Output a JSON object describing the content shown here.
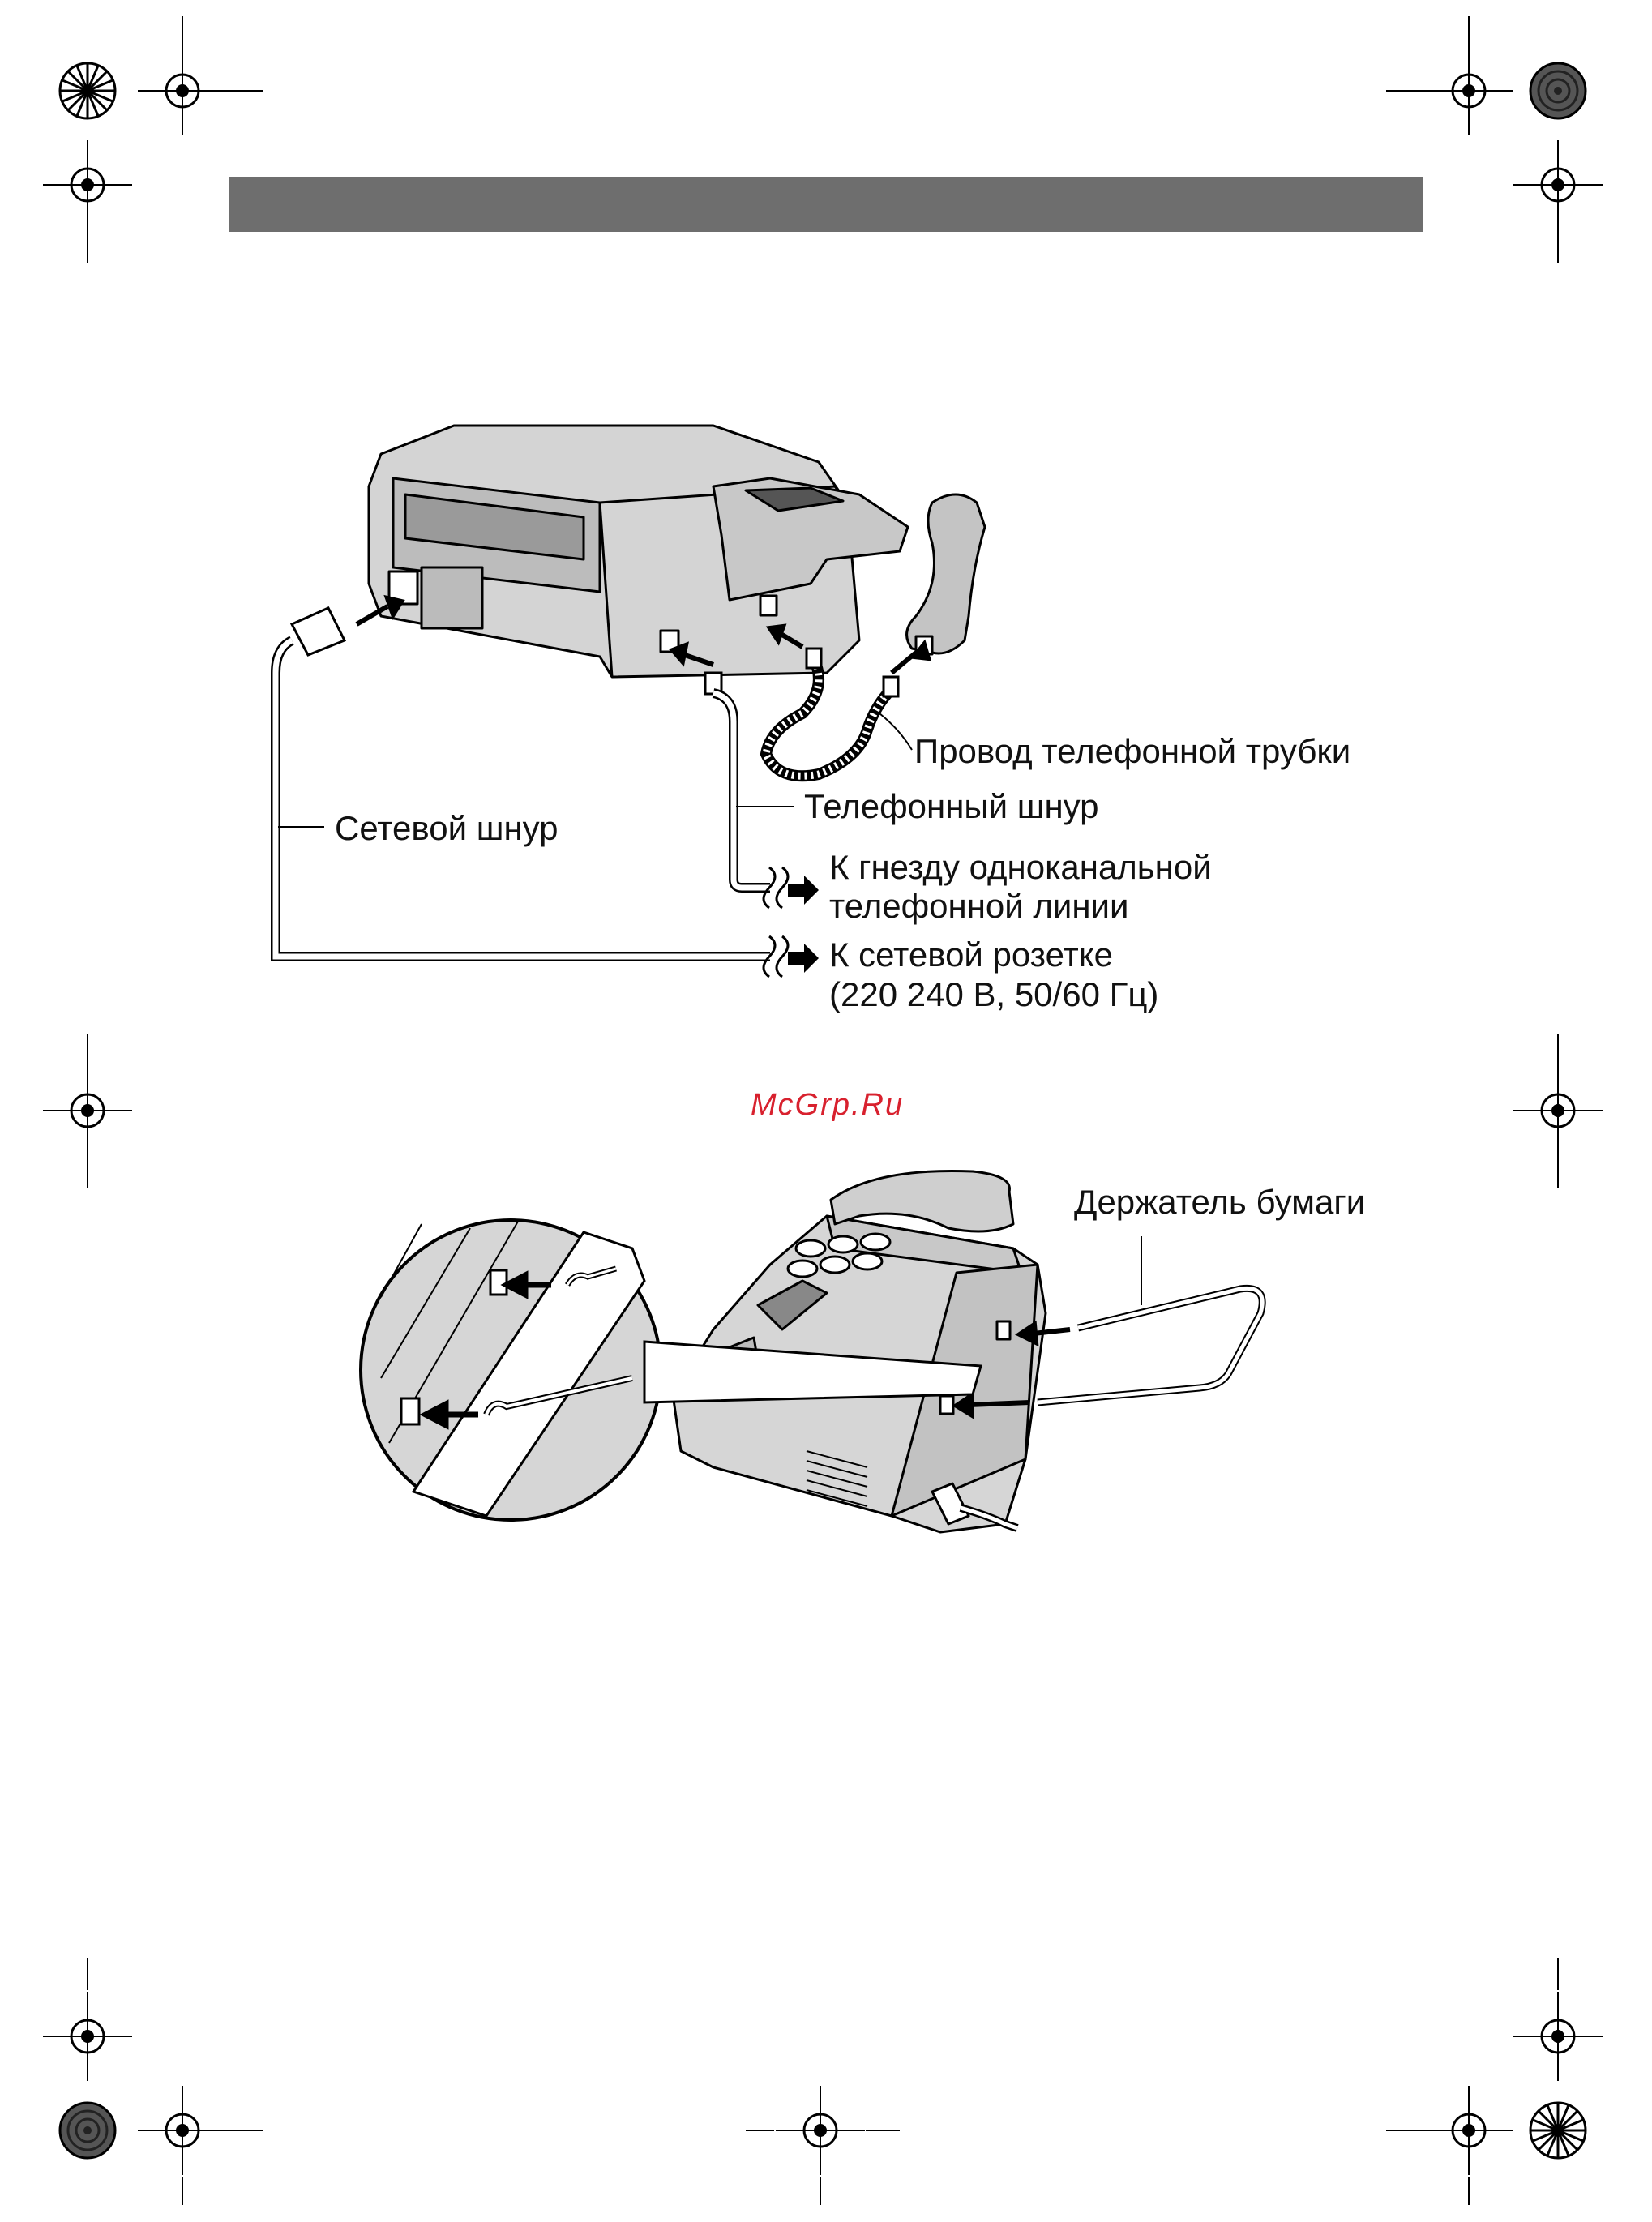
{
  "header": {
    "bar_color": "#6e6e6e"
  },
  "figure1": {
    "handset_cord_label": "Провод телефонной трубки",
    "phone_cord_label": "Телефонный шнур",
    "power_cord_label": "Сетевой шнур",
    "line_jack_label_1": "К гнезду одноканальной",
    "line_jack_label_2": "телефонной линии",
    "outlet_label_1": "К сетевой розетке",
    "outlet_label_2": "(220  240 В, 50/60 Гц)"
  },
  "watermark": {
    "text": "McGrp.Ru",
    "color": "#d8212e"
  },
  "figure2": {
    "paper_holder_label": "Держатель бумаги"
  },
  "icons": [
    "registration-mark-icon",
    "color-wheel-icon",
    "arrow-right-icon",
    "cable-break-icon"
  ]
}
